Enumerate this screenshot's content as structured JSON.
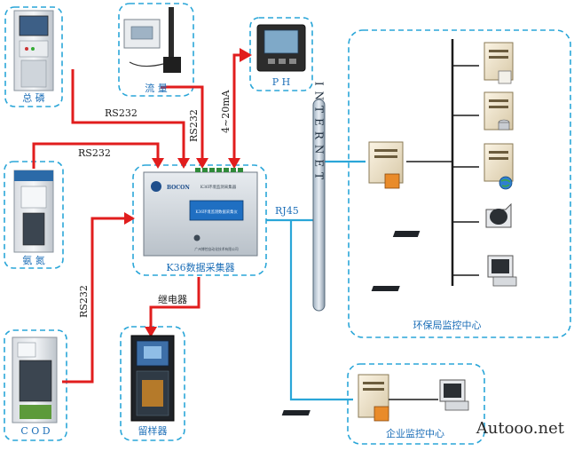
{
  "devices": {
    "total_phosphorus": "总 磷",
    "flow": "流 量",
    "ph": "P H",
    "ammonia": "氨 氮",
    "cod": "C O D",
    "sampler": "留样器",
    "collector": "K36数据采集器"
  },
  "collector_panel": {
    "brand": "BOCON",
    "model_text": "K36环境监测采集器",
    "screen_text": "K36环境监测数据采集仪",
    "footer_text": "广州博控自动化技术有限公司"
  },
  "links": {
    "rs232_tp": "RS232",
    "rs232_ammonia": "RS232",
    "rs232_flow": "RS232",
    "analog_ph": "4~20mA",
    "rs232_cod": "RS232",
    "relay": "继电器",
    "rj45": "RJ45"
  },
  "internet_label": "INTERNET",
  "epb_center": "环保局监控中心",
  "enterprise_center": "企业监控中心",
  "watermark": "Autooo.net",
  "colors": {
    "serial_line": "#e11d1d",
    "network_line": "#2aa6d8",
    "dashed_border": "#2aa6d8",
    "label_text": "#1d6fb8"
  }
}
